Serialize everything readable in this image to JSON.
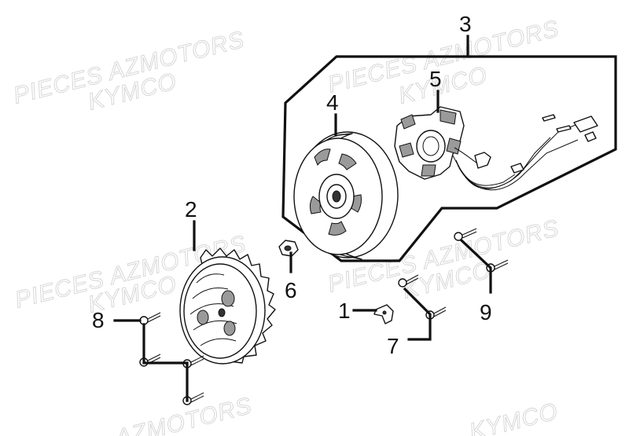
{
  "watermarks": [
    "PIECES AZMOTORS",
    "KYMCO",
    "PIECES AZMOTORS",
    "KYMCO",
    "PIECES AZMOTORS",
    "KYMCO",
    "PIECES AZMOTORS",
    "KYMCO",
    "AZMOTORS",
    "KYMCO"
  ],
  "callouts": [
    "1",
    "2",
    "3",
    "4",
    "5",
    "6",
    "7",
    "8",
    "9"
  ]
}
